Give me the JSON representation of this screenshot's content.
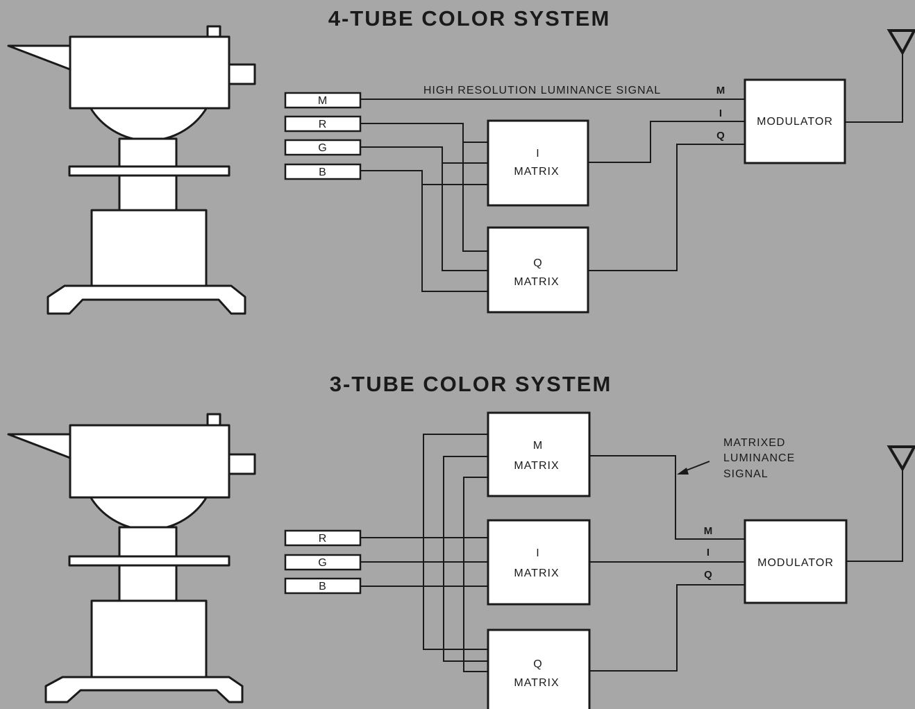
{
  "top": {
    "title": "4-TUBE COLOR SYSTEM",
    "tubes": [
      "M",
      "R",
      "G",
      "B"
    ],
    "luminance_label": "HIGH RESOLUTION LUMINANCE SIGNAL",
    "i_matrix": [
      "I",
      "MATRIX"
    ],
    "q_matrix": [
      "Q",
      "MATRIX"
    ],
    "modulator": "MODULATOR",
    "signals": [
      "M",
      "I",
      "Q"
    ]
  },
  "bottom": {
    "title": "3-TUBE COLOR SYSTEM",
    "tubes": [
      "R",
      "G",
      "B"
    ],
    "m_matrix": [
      "M",
      "MATRIX"
    ],
    "i_matrix": [
      "I",
      "MATRIX"
    ],
    "q_matrix": [
      "Q",
      "MATRIX"
    ],
    "modulator": "MODULATOR",
    "signals": [
      "M",
      "I",
      "Q"
    ],
    "annotation": [
      "MATRIXED",
      "LUMINANCE",
      "SIGNAL"
    ]
  }
}
